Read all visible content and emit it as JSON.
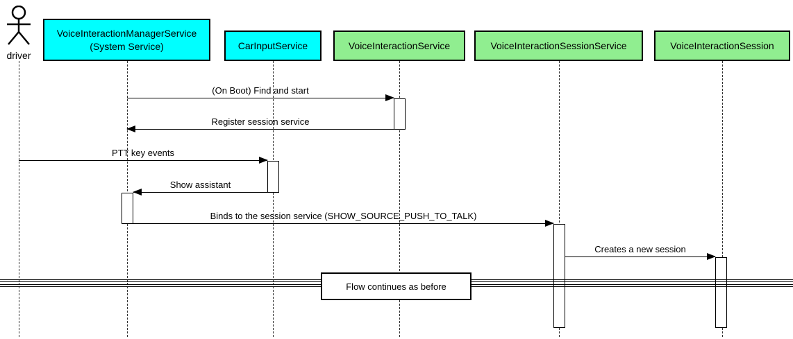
{
  "diagram": {
    "type": "uml-sequence-diagram",
    "colors": {
      "participant_cyan": "#00FFFF",
      "participant_green": "#90EE90",
      "line": "#000000",
      "background": "#FFFFFF"
    }
  },
  "actor": {
    "name": "driver"
  },
  "participants": [
    {
      "label": "VoiceInteractionManagerService\n(System Service)",
      "color": "cyan"
    },
    {
      "label": "CarInputService",
      "color": "cyan"
    },
    {
      "label": "VoiceInteractionService",
      "color": "green"
    },
    {
      "label": "VoiceInteractionSessionService",
      "color": "green"
    },
    {
      "label": "VoiceInteractionSession",
      "color": "green"
    }
  ],
  "messages": [
    {
      "label": "(On Boot) Find and start",
      "from": "VoiceInteractionManagerService",
      "to": "VoiceInteractionService",
      "direction": "right"
    },
    {
      "label": "Register session service",
      "from": "VoiceInteractionService",
      "to": "VoiceInteractionManagerService",
      "direction": "left"
    },
    {
      "label": "PTT key events",
      "from": "driver",
      "to": "CarInputService",
      "direction": "right"
    },
    {
      "label": "Show assistant",
      "from": "CarInputService",
      "to": "VoiceInteractionManagerService",
      "direction": "left"
    },
    {
      "label": "Binds to the session service (SHOW_SOURCE_PUSH_TO_TALK)",
      "from": "VoiceInteractionManagerService",
      "to": "VoiceInteractionSessionService",
      "direction": "right"
    },
    {
      "label": "Creates a new session",
      "from": "VoiceInteractionSessionService",
      "to": "VoiceInteractionSession",
      "direction": "right"
    }
  ],
  "divider": {
    "label": "Flow continues as before"
  }
}
